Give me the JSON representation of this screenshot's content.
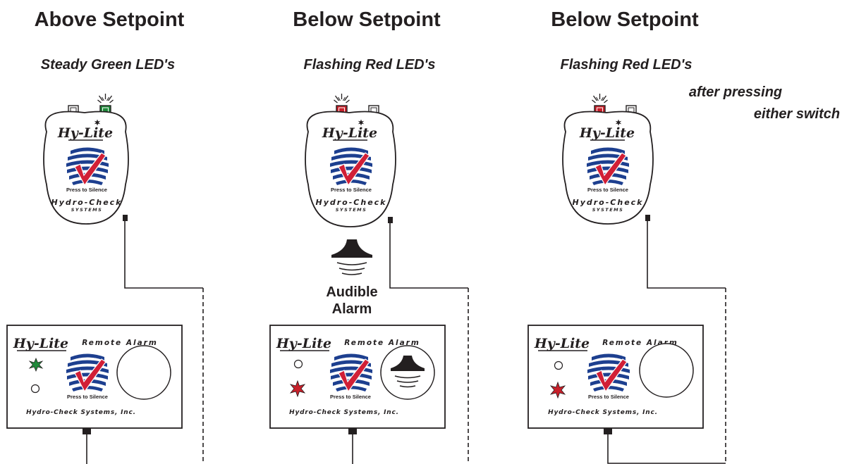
{
  "panels": [
    {
      "heading": "Above Setpoint",
      "subheading": "Steady Green LED's",
      "led_state": "steady-green",
      "audible_alarm": false
    },
    {
      "heading": "Below Setpoint",
      "subheading": "Flashing Red  LED's",
      "led_state": "flashing-red",
      "audible_alarm": true,
      "audible_label_1": "Audible",
      "audible_label_2": "Alarm"
    },
    {
      "heading": "Below Setpoint",
      "subheading": "Flashing Red LED's",
      "note_line_1": "after pressing",
      "note_line_2": "either switch",
      "led_state": "flashing-red",
      "audible_alarm": false
    }
  ],
  "device": {
    "brand": "Hy-Lite",
    "press_label": "Press to Silence",
    "company_line_1": "Hydro-Check",
    "company_line_2": "SYSTEMS"
  },
  "remote": {
    "brand": "Hy-Lite",
    "title": "Remote Alarm",
    "press_label": "Press to Silence",
    "company": "Hydro-Check Systems, Inc."
  },
  "colors": {
    "ink": "#231f20",
    "green_led": "#1f8a3a",
    "red_led": "#c8202a",
    "logo_blue": "#1d3f8f",
    "logo_red": "#d11f36"
  }
}
